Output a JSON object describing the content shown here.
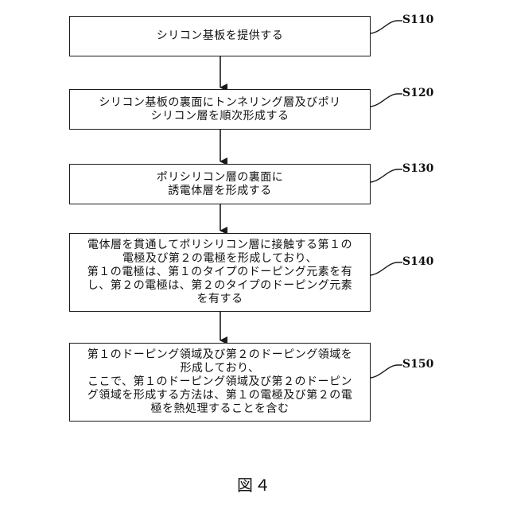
{
  "steps": [
    {
      "id": "S110",
      "text": "シリコン基板を提供する"
    },
    {
      "id": "S120",
      "text": "シリコン基板の裏面にトンネリング層及びポリ\nシリコン層を順次形成する"
    },
    {
      "id": "S130",
      "text": "ポリシリコン層の裏面に\n誘電体層を形成する"
    },
    {
      "id": "S140",
      "text": "電体層を貫通してポリシリコン層に接触する第１の\n電極及び第２の電極を形成しており、\n第１の電極は、第１のタイプのドーピング元素を有\nし、第２の電極は、第２のタイプのドーピング元素\nを有する"
    },
    {
      "id": "S150",
      "text": "第１のドーピング領域及び第２のドーピング領域を\n形成しており、\nここで、第１のドーピング領域及び第２のドーピン\nグ領域を形成する方法は、第１の電極及び第２の電\n極を熱処理することを含む"
    }
  ],
  "caption": "図４",
  "colors": {
    "line": "#1a1a1a",
    "background": "#ffffff"
  }
}
